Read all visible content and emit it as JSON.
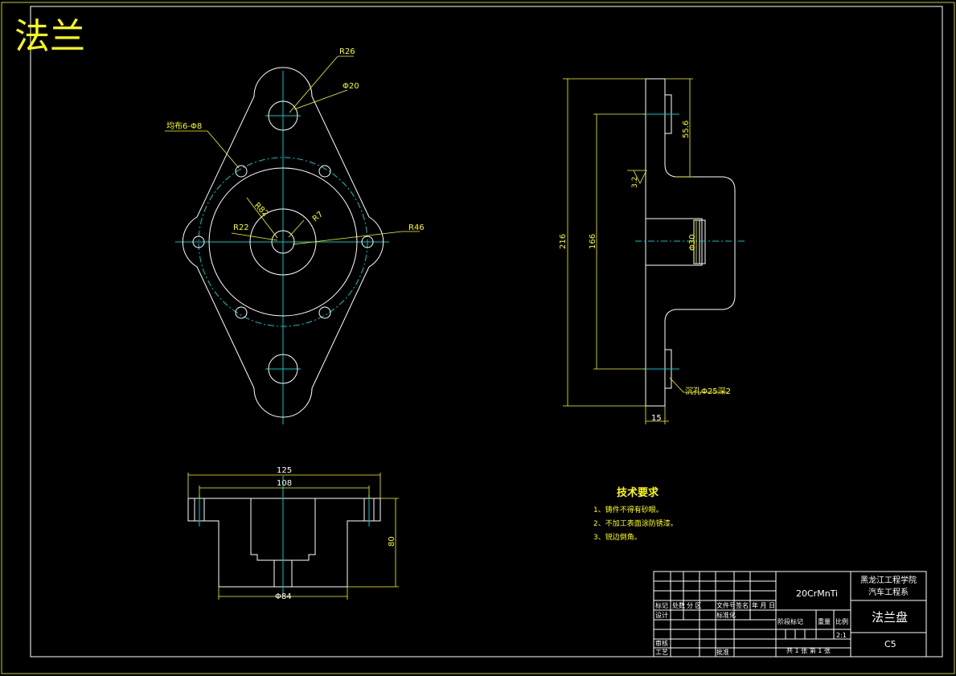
{
  "drawing": {
    "title": "法兰",
    "colors": {
      "background": "#000000",
      "outline": "#ffffff",
      "center_lines": "#00c8c8",
      "dimensions": "#ffff00"
    }
  },
  "top_view": {
    "r26": "R26",
    "phi20": "Φ20",
    "holes": "均布6-Φ8",
    "r82": "R82",
    "r22": "R22",
    "r7": "R7",
    "r46": "R46"
  },
  "section_view": {
    "d216": "216",
    "d166": "166",
    "d55_6": "55.6",
    "d3_2": "3.2",
    "phi30": "Φ30",
    "counterbore": "沉孔Φ25深2",
    "d15": "15"
  },
  "bottom_view": {
    "d125": "125",
    "d108": "108",
    "d80": "80",
    "phi84": "Φ84"
  },
  "tech_req": {
    "title": "技术要求",
    "items": [
      "1、铸件不得有砂眼。",
      "2、不加工表面涂防锈漆。",
      "3、锐边倒角。"
    ]
  },
  "title_block": {
    "material": "20CrMnTi",
    "school": "黑龙江工程学院",
    "department": "汽车工程系",
    "part_name": "法兰盘",
    "drawing_no": "C5",
    "scale": "2:1",
    "h_mark": "标记",
    "h_count": "处数",
    "h_zone": "分 区",
    "h_docno": "文件号",
    "h_sign": "签名",
    "h_date": "年 月 日",
    "h_design": "设计",
    "h_standard": "标准化",
    "h_stage": "阶段标记",
    "h_weight": "重量",
    "h_scale": "比例",
    "h_review": "审核",
    "h_process": "工艺",
    "h_approve": "批准",
    "sheets": "共 1 张   第 1 张"
  }
}
